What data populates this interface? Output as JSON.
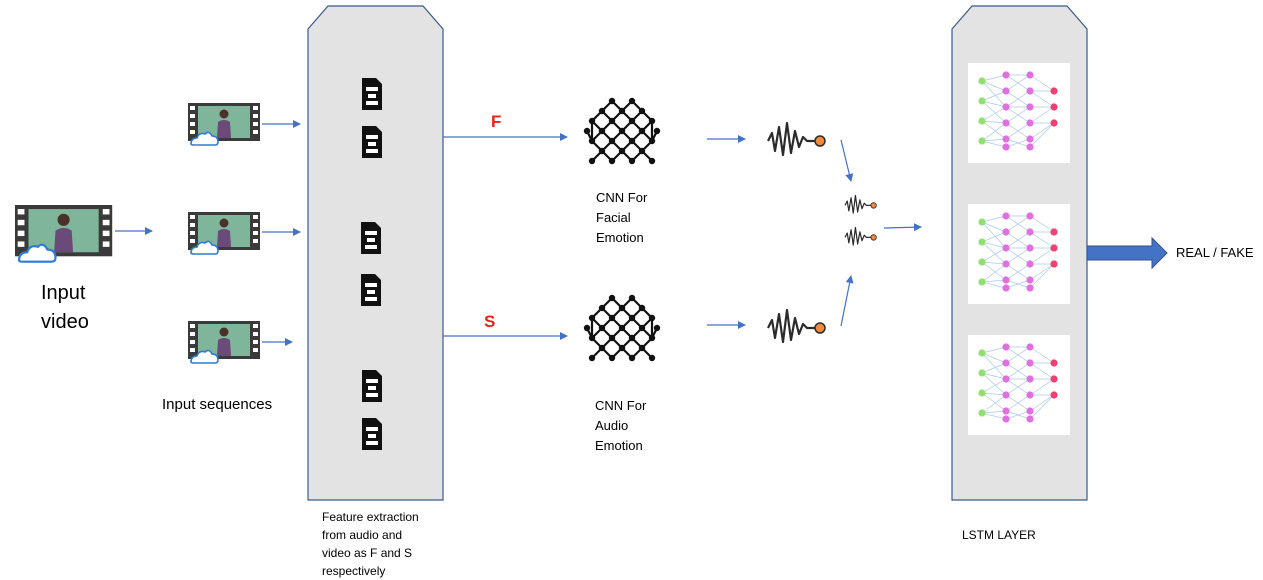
{
  "input_video": {
    "label_line1": "Input",
    "label_line2": "video"
  },
  "input_sequences": {
    "label": "Input sequences"
  },
  "feature_extraction": {
    "caption_line1": "Feature extraction",
    "caption_line2": "from audio and",
    "caption_line3": "video as F and S",
    "caption_line4": "respectively"
  },
  "streams": {
    "facial_letter": "F",
    "audio_letter": "S"
  },
  "cnn_facial": {
    "line1": "CNN For",
    "line2": "Facial",
    "line3": "Emotion"
  },
  "cnn_audio": {
    "line1": "CNN For",
    "line2": "Audio",
    "line3": "Emotion"
  },
  "lstm": {
    "caption": "LSTM LAYER"
  },
  "output": {
    "label": "REAL / FAKE"
  },
  "colors": {
    "panel_fill": "#e3e3e3",
    "panel_stroke": "#3a5a8a",
    "arrow": "#4472c4",
    "stream_letter": "#e8231c",
    "node_green": "#90e070",
    "node_pink": "#e070e0",
    "node_red": "#f04070",
    "signal_dot": "#f08a3c"
  }
}
